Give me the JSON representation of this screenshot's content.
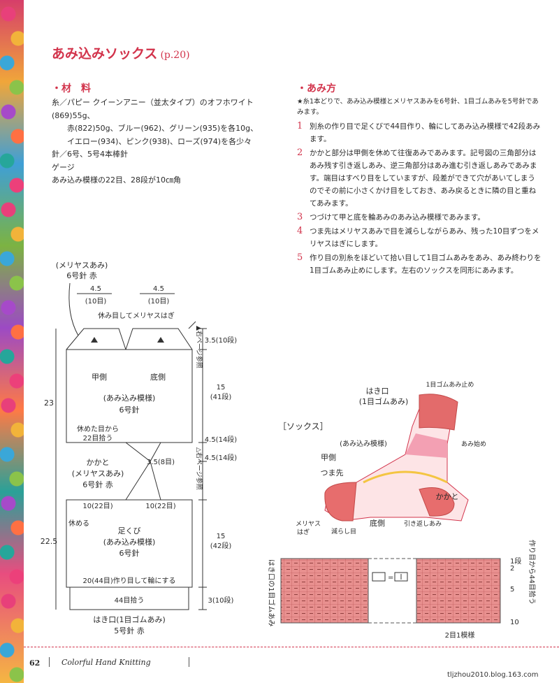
{
  "title": {
    "main": "あみ込みソックス",
    "ref": "(p.20)"
  },
  "materials": {
    "heading": "・材　料",
    "lines": [
      "糸／パピー クイーンアニー（並太タイプ）のオフホワイト(869)55g、",
      "赤(822)50g、ブルー(962)、グリーン(935)を各10g、",
      "イエロー(934)、ピンク(938)、ローズ(974)を各少々",
      "針／6号、5号4本棒針",
      "ゲージ",
      "あみ込み模様の22目、28段が10㎝角"
    ]
  },
  "method": {
    "heading": "・あみ方",
    "note": "★糸1本どりで、あみ込み模様とメリヤスあみを6号針、1目ゴムあみを5号針であみます。",
    "steps": [
      {
        "num": "1",
        "text": "別糸の作り目で足くびで44目作り、輪にしてあみ込み模様で42段あみます。"
      },
      {
        "num": "2",
        "text": "かかと部分は甲側を休めて往復あみであみます。記号図の三角部分はあみ残す引き返しあみ、逆三角部分はあみ進む引き返しあみであみます。端目はすべり目をしていますが、段差ができて穴があいてしまうのでその前に小さくかけ目をしておき、あみ戻るときに隣の目と重ねてあみます。"
      },
      {
        "num": "3",
        "text": "つづけて甲と底を輪あみのあみ込み模様であみます。"
      },
      {
        "num": "4",
        "text": "つま先はメリヤスあみで目を減らしながらあみ、残った10目ずつをメリヤスはぎにします。"
      },
      {
        "num": "5",
        "text": "作り目の別糸をほどいて拾い目して1目ゴムあみをあみ、あみ終わりを1目ゴムあみ止めにします。左右のソックスを同形にあみます。"
      }
    ]
  },
  "diagram": {
    "top_note1": "(メリヤスあみ)",
    "top_note2": "6号針 赤",
    "w1": "4.5",
    "w1b": "(10目)",
    "w2": "4.5",
    "w2b": "(10目)",
    "kitchener": "休み目してメリヤスはぎ",
    "right_ref1": "▲右ページ参照",
    "right_ref2": "△右ページ参照",
    "instep": "甲側",
    "sole": "底側",
    "pattern": "(あみ込み模様)",
    "needle6": "6号針",
    "pickup": "休めた目から",
    "pickup2": "22目拾う",
    "heel": "かかと",
    "heel2": "(メリヤスあみ)",
    "heel3": "6号針 赤",
    "heel_w": "3.5(8目)",
    "h1": "10(22目)",
    "h2": "10(22目)",
    "rest": "休める",
    "ankle": "足くび",
    "ankle2": "(あみ込み模様)",
    "ankle3": "6号針",
    "cast_on": "20(44目)作り目して輪にする",
    "pick44": "44目拾う",
    "cuff": "はき口(1目ゴムあみ)",
    "cuff2": "5号針 赤",
    "v1": "3.5(10段)",
    "v2": "15",
    "v2b": "(41段)",
    "v3": "4.5(14段)",
    "v4": "4.5(14段)",
    "v5": "15",
    "v5b": "(42段)",
    "v6": "3(10段)",
    "len1": "23",
    "len2": "22.5"
  },
  "illustration": {
    "label": "［ソックス］",
    "cuff": "はき口",
    "cuff2": "(1目ゴムあみ)",
    "bind_off": "1目ゴムあみ止め",
    "pattern": "(あみ込み模様)",
    "start": "あみ始め",
    "instep": "甲側",
    "toe": "つま先",
    "heel": "かかと",
    "stockinette": "メリヤス",
    "stockinette2": "はぎ",
    "decrease": "減らし目",
    "sole": "底側",
    "short_row": "引き返しあみ"
  },
  "rib_chart": {
    "left_label": "はき口の1目ゴムあみ",
    "right_label": "作り目から44目拾う",
    "row1": "1段",
    "row2": "2",
    "row5": "5",
    "row10": "10",
    "repeat": "2目1模様",
    "key": "="
  },
  "footer": {
    "page": "62",
    "brand": "Colorful Hand Knitting",
    "watermark": "tljzhou2010.blog.163.com"
  },
  "colors": {
    "accent": "#d2334b",
    "rib_fill": "#e8908f",
    "line": "#333333"
  }
}
